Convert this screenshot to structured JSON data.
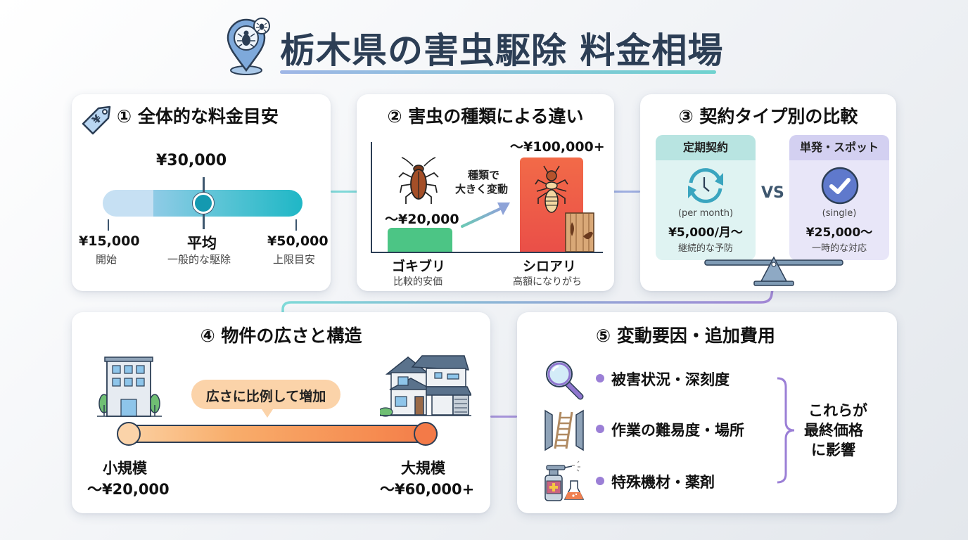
{
  "title": "栃木県の害虫駆除 料金相場",
  "icons": {
    "title": "location-pin-bug-icon"
  },
  "colors": {
    "title_text": "#2c3e55",
    "teal": "#1ba9bb",
    "green_bar": "#4cc585",
    "red_bar": "#ef5a45",
    "orange": "#f4894f",
    "purple": "#9b7fd6",
    "lavender_panel": "#e6e4f7",
    "mint_panel": "#dff3f2"
  },
  "card1": {
    "title": "① 全体的な料金目安",
    "icon": "price-tag-yen-icon",
    "avg_price": "¥30,000",
    "min": {
      "price": "¥15,000",
      "label": "開始"
    },
    "mid": {
      "price": "平均",
      "label": "一般的な駆除"
    },
    "max": {
      "price": "¥50,000",
      "label": "上限目安"
    }
  },
  "card2": {
    "title": "② 害虫の種類による違い",
    "note_line1": "種類で",
    "note_line2": "大きく変動",
    "bars": [
      {
        "name": "ゴキブリ",
        "sub": "比較的安価",
        "price": "〜¥20,000",
        "icon": "cockroach-icon"
      },
      {
        "name": "シロアリ",
        "sub": "高額になりがち",
        "price": "〜¥100,000+",
        "icon": "termite-icon"
      }
    ]
  },
  "card3": {
    "title": "③ 契約タイプ別の比較",
    "vs": "VS",
    "left": {
      "header": "定期契約",
      "unit": "(per month)",
      "price": "¥5,000/月〜",
      "desc": "継続的な予防",
      "icon": "cycle-clock-icon"
    },
    "right": {
      "header": "単発・スポット",
      "unit": "(single)",
      "price": "¥25,000〜",
      "desc": "一時的な対応",
      "icon": "check-circle-icon"
    }
  },
  "card4": {
    "title": "④ 物件の広さと構造",
    "bubble": "広さに比例して増加",
    "small": {
      "label": "小規模",
      "price": "〜¥20,000",
      "icon": "apartment-building-icon"
    },
    "large": {
      "label": "大規模",
      "price": "〜¥60,000+",
      "icon": "house-icon"
    }
  },
  "card5": {
    "title": "⑤ 変動要因・追加費用",
    "items": [
      {
        "label": "被害状況・深刻度",
        "icon": "magnifier-icon"
      },
      {
        "label": "作業の難易度・場所",
        "icon": "ladder-icon"
      },
      {
        "label": "特殊機材・薬剤",
        "icon": "spray-flask-icon"
      }
    ],
    "summary_line1": "これらが",
    "summary_line2": "最終価格",
    "summary_line3": "に影響"
  },
  "chart_data": {
    "type": "bar",
    "title": "② 害虫の種類による違い",
    "categories": [
      "ゴキブリ",
      "シロアリ"
    ],
    "values": [
      20000,
      100000
    ],
    "labels": [
      "〜¥20,000",
      "〜¥100,000+"
    ],
    "xlabel": "",
    "ylabel": "",
    "annotation": "種類で大きく変動"
  }
}
